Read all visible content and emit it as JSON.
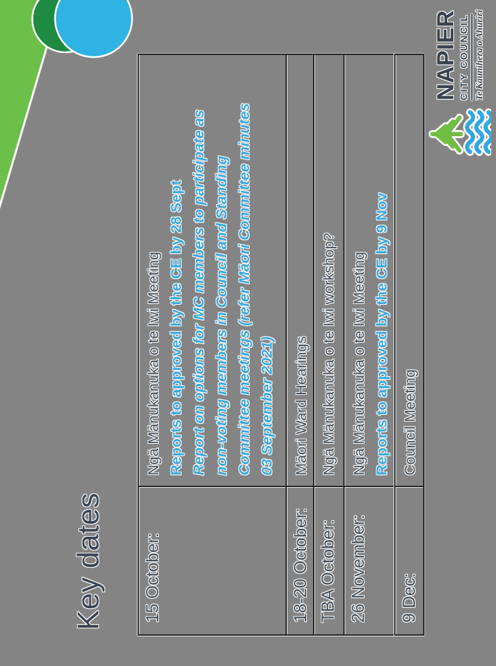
{
  "title": "Key dates",
  "key_dates_table": {
    "rows": [
      {
        "date": "15 October:",
        "lines": [
          {
            "text": "Ngā Mānukanuka o te Iwi Meeting",
            "style": "dark"
          },
          {
            "text": "Reports to approved by the CE by 28 Sept",
            "style": "blue-bold"
          },
          {
            "text": "Report on options for MC members to participate as",
            "style": "blue-bold-italic"
          },
          {
            "text": "non-voting members in Council and Standing",
            "style": "blue-bold-italic"
          },
          {
            "text": "Committee meetings (refer Māori Committee minutes",
            "style": "blue-bold-italic"
          },
          {
            "text": "03 September 2021)",
            "style": "blue-bold-italic"
          }
        ]
      },
      {
        "date": "18-20 October:",
        "lines": [
          {
            "text": "Māori Ward Hearings",
            "style": "dark"
          }
        ]
      },
      {
        "date": "TBA October:",
        "lines": [
          {
            "text": "Ngā Mānukanuka o te Iwi workshop?",
            "style": "dark"
          }
        ]
      },
      {
        "date": "26 November:",
        "lines": [
          {
            "text": "Ngā Mānukanuka o te Iwi Meeting",
            "style": "dark"
          },
          {
            "text": "Reports to approved by the CE by 9 Nov",
            "style": "blue-bold"
          }
        ]
      }
    ]
  },
  "footer_table": {
    "rows": [
      {
        "date": "9 Dec:",
        "lines": [
          {
            "text": "Council Meeting",
            "style": "dark"
          }
        ]
      }
    ]
  },
  "logo": {
    "name": "NAPIER",
    "subtitle": "CITY COUNCIL",
    "tagline": "Te Kaunihera o Ahuriri"
  },
  "colors": {
    "bg": "#848484",
    "line": "#262626",
    "dark": "#3e4a55",
    "blue": "#3aa7dc",
    "title": "#3a4553",
    "navy": "#39424d",
    "green": "#6cc04a",
    "dark-green": "#1f8a42",
    "circle-blue": "#2fb2e4",
    "fern-green": "#72bd44",
    "wave-blue": "#31a9e0"
  }
}
